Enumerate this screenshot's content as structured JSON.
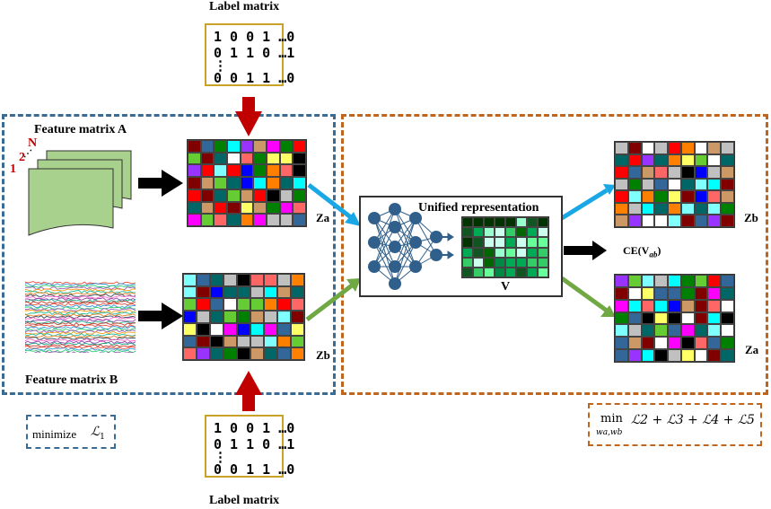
{
  "top_label": {
    "title": "Label matrix",
    "rows": [
      "1 0 0 1 …0",
      "0 1 1 0 …1",
      "⋮",
      "0 0 1 1 …0"
    ]
  },
  "bottom_label": {
    "title": "Label matrix",
    "rows": [
      "1 0 0 1 …0",
      "0 1 1 0 …1",
      "⋮",
      "0 0 1 1 …0"
    ]
  },
  "left_panel": {
    "feature_a": "Feature matrix  A",
    "feature_b": "Feature matrix  B",
    "stack_indices": {
      "n": "N",
      "two": "2",
      "one": "1"
    },
    "za": "Za",
    "zb": "Zb"
  },
  "right_panel": {
    "unified": "Unified  representation",
    "v": "V",
    "ce": "CE(V",
    "ce_sub": "ab",
    "zb": "Zb",
    "za": "Za"
  },
  "objectives": {
    "left": "minimize",
    "left_loss": "ℒ",
    "left_loss_sub": "1",
    "right_min": "min",
    "right_min_sub": "wa,wb",
    "right_expr": "ℒ2 + ℒ3 + ℒ4 + ℒ5"
  },
  "colors": {
    "dash_left": "#3a6b94",
    "dash_right": "#c0651d",
    "label_border": "#c9a227",
    "red_arrow": "#c00000",
    "blue_arrow": "#1aa7e6",
    "green_arrow": "#70a844",
    "doc_fill": "#a9d18e"
  }
}
